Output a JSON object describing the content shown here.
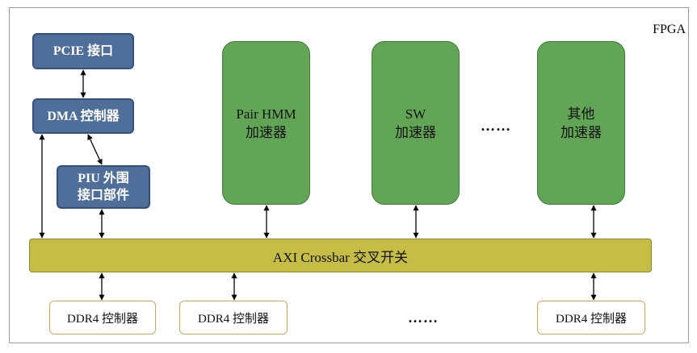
{
  "fpga_label": "FPGA",
  "blocks": {
    "pcie": "PCIE 接口",
    "dma": "DMA 控制器",
    "piu": "PIU 外围\n接口部件"
  },
  "accelerators": {
    "pairhmm": "Pair HMM\n加速器",
    "sw": "SW\n加速器",
    "dots": "……",
    "other": "其他\n加速器"
  },
  "bus_label": "AXI Crossbar 交叉开关",
  "ddr": {
    "ddr1": "DDR4 控制器",
    "ddr2": "DDR4 控制器",
    "dots": "……",
    "ddr3": "DDR4 控制器"
  }
}
